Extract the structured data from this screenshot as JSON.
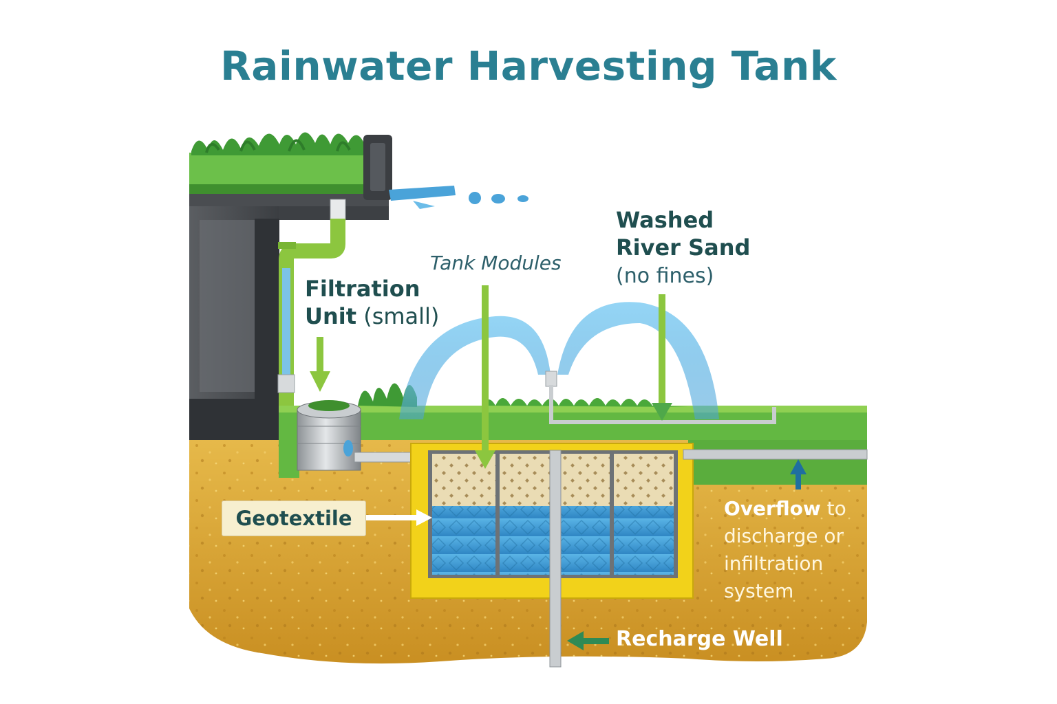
{
  "title": "Rainwater Harvesting Tank",
  "labels": {
    "filtration_line1": "Filtration",
    "filtration_unit": "Unit",
    "filtration_note": "(small)",
    "tank_modules": "Tank Modules",
    "sand_line1": "Washed",
    "sand_line2": "River Sand",
    "sand_note": "(no fines)",
    "geotextile": "Geotextile",
    "overflow_lead": "Overflow",
    "overflow_to": "to",
    "overflow_line2": "discharge or",
    "overflow_line3": "infiltration",
    "overflow_line4": "system",
    "recharge_well": "Recharge Well"
  },
  "colors": {
    "title": "#2a7f92",
    "label_dark": "#1f4e4f",
    "soil": "#d9a93a",
    "grass": "#5fb83c",
    "pipe_green": "#8cc63f",
    "water_blue": "#4aa3d9",
    "tank_frame": "#f2d21a",
    "sand_fill": "#eadcb4",
    "arrow_green": "#8cc63f",
    "arrow_dark": "#2e8a55",
    "arrow_blue": "#1f6fa0"
  }
}
